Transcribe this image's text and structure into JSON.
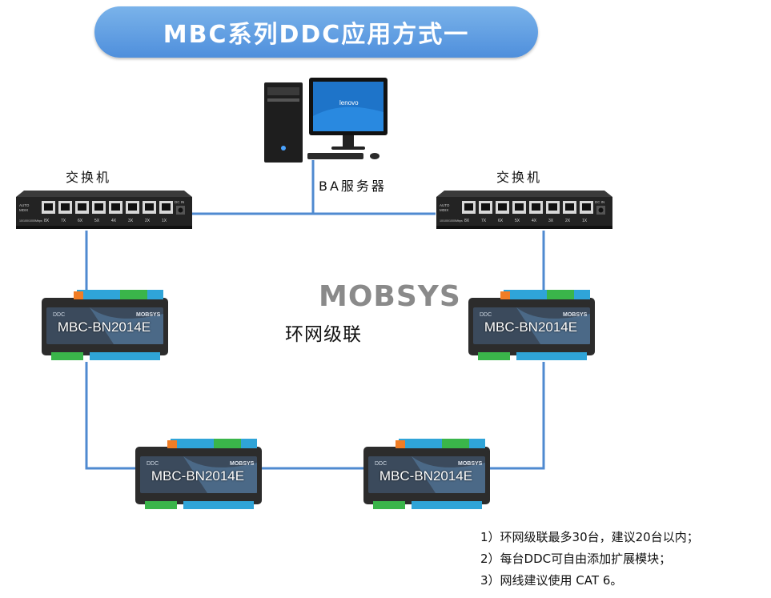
{
  "title": "MBC系列DDC应用方式一",
  "labels": {
    "switch_left": "交换机",
    "switch_right": "交换机",
    "server": "BA服务器",
    "brand": "MOBSYS",
    "ring": "环网级联"
  },
  "switch_text": {
    "auto": "AUTO",
    "mdix": "MDIX",
    "dc_in": "DC IN",
    "speed": "10/100/1000Mbps",
    "ports": [
      "8X",
      "7X",
      "6X",
      "5X",
      "4X",
      "3X",
      "2X",
      "1X"
    ]
  },
  "modules": [
    {
      "label": "MBC-BN2014E"
    },
    {
      "label": "MBC-BN2014E"
    },
    {
      "label": "MBC-BN2014E"
    },
    {
      "label": "MBC-BN2014E"
    }
  ],
  "module_badge": {
    "ddc": "DDC",
    "logo": "MOBSYS"
  },
  "monitor_brand": "lenovo",
  "notes": [
    "1）环网级联最多30台，建议20台以内；",
    "2）每台DDC可自由添加扩展模块；",
    "3）网线建议使用 CAT 6。"
  ],
  "colors": {
    "wire": "#4f8ad0",
    "title": "#5b98e0"
  }
}
